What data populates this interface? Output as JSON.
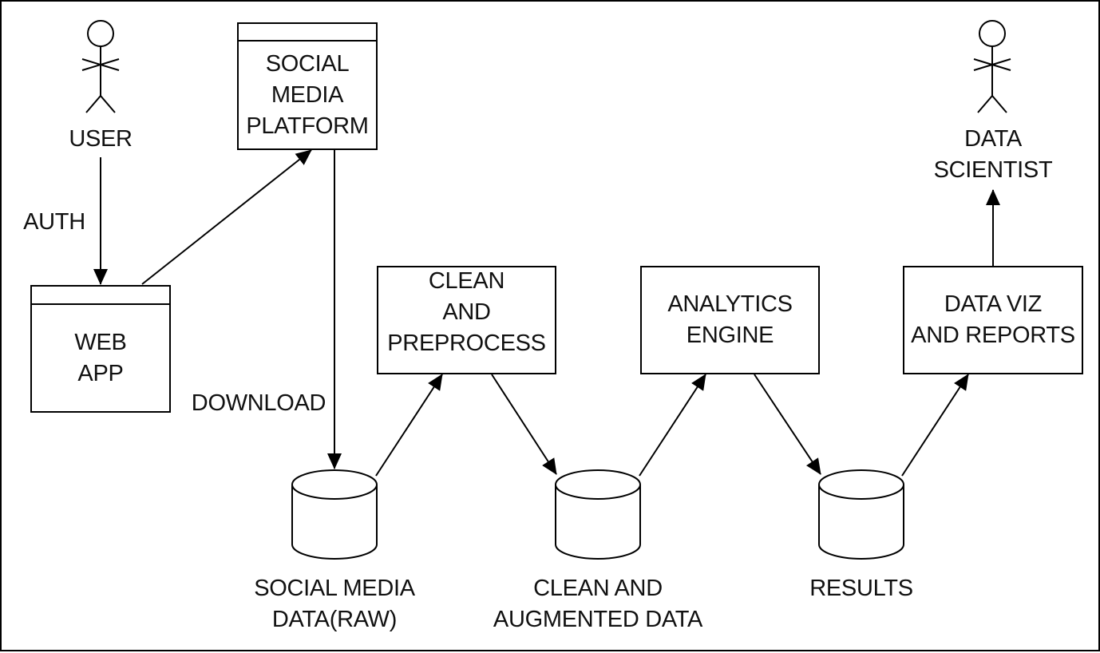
{
  "actors": {
    "user": "USER",
    "data_scientist_line1": "DATA",
    "data_scientist_line2": "SCIENTIST"
  },
  "windows": {
    "social_media_platform": [
      "SOCIAL",
      "MEDIA",
      "PLATFORM"
    ],
    "web_app": [
      "WEB",
      "APP"
    ]
  },
  "processes": {
    "clean_preprocess": [
      "CLEAN",
      "AND",
      "PREPROCESS"
    ],
    "analytics_engine": [
      "ANALYTICS",
      "ENGINE"
    ],
    "data_viz": [
      "DATA VIZ",
      "AND REPORTS"
    ]
  },
  "stores": {
    "raw": [
      "SOCIAL MEDIA",
      "DATA(RAW)"
    ],
    "clean": [
      "CLEAN AND",
      "AUGMENTED DATA"
    ],
    "results": [
      "RESULTS"
    ]
  },
  "edges": {
    "auth": "AUTH",
    "download": "DOWNLOAD"
  }
}
